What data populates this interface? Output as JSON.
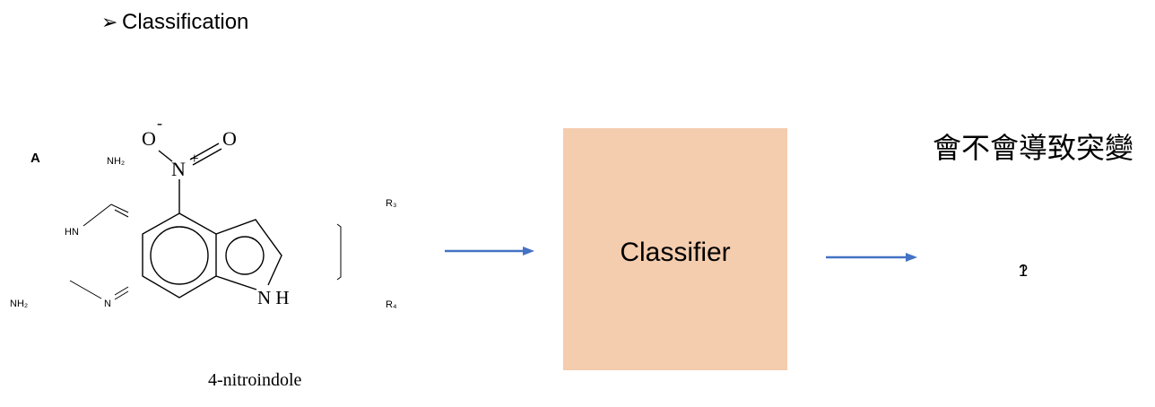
{
  "slide": {
    "bullet": "➢",
    "title": "Classification"
  },
  "molecule": {
    "panel_label": "A",
    "nh2_top": "NH₂",
    "hn": "HN",
    "nh2_bottom": "NH₂",
    "n_left": "N",
    "r3": "R₃",
    "r4": "R₄",
    "nitro": {
      "o_minus": "O",
      "minus": "-",
      "o": "O",
      "n": "N",
      "plus": "+"
    },
    "nh": "N H",
    "name": "4-nitroindole"
  },
  "classifier": {
    "label": "Classifier",
    "fill": "#F4CCAE"
  },
  "arrow_color": "#4472C4",
  "output": {
    "question": "會不會導致突變",
    "labels": [
      "1",
      "?"
    ]
  }
}
